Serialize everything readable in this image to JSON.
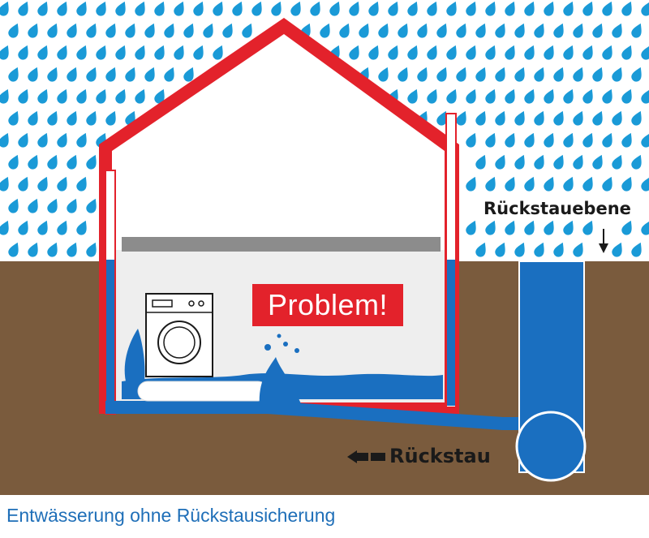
{
  "diagram": {
    "badge_text": "Problem!",
    "level_label": "Rückstauebene",
    "backflow_label": "Rückstau",
    "caption": "Entwässerung ohne Rückstausicherung"
  },
  "colors": {
    "rain": "#1a9ad7",
    "soil": "#7a5b3d",
    "house_wall": "#e3222b",
    "water": "#1a6fc0",
    "ceiling": "#8c8c8c",
    "caption": "#1f6fb8"
  },
  "icons": [
    "rain-drop-icon",
    "washing-machine-icon",
    "arrow-down-icon",
    "arrow-left-icon"
  ]
}
